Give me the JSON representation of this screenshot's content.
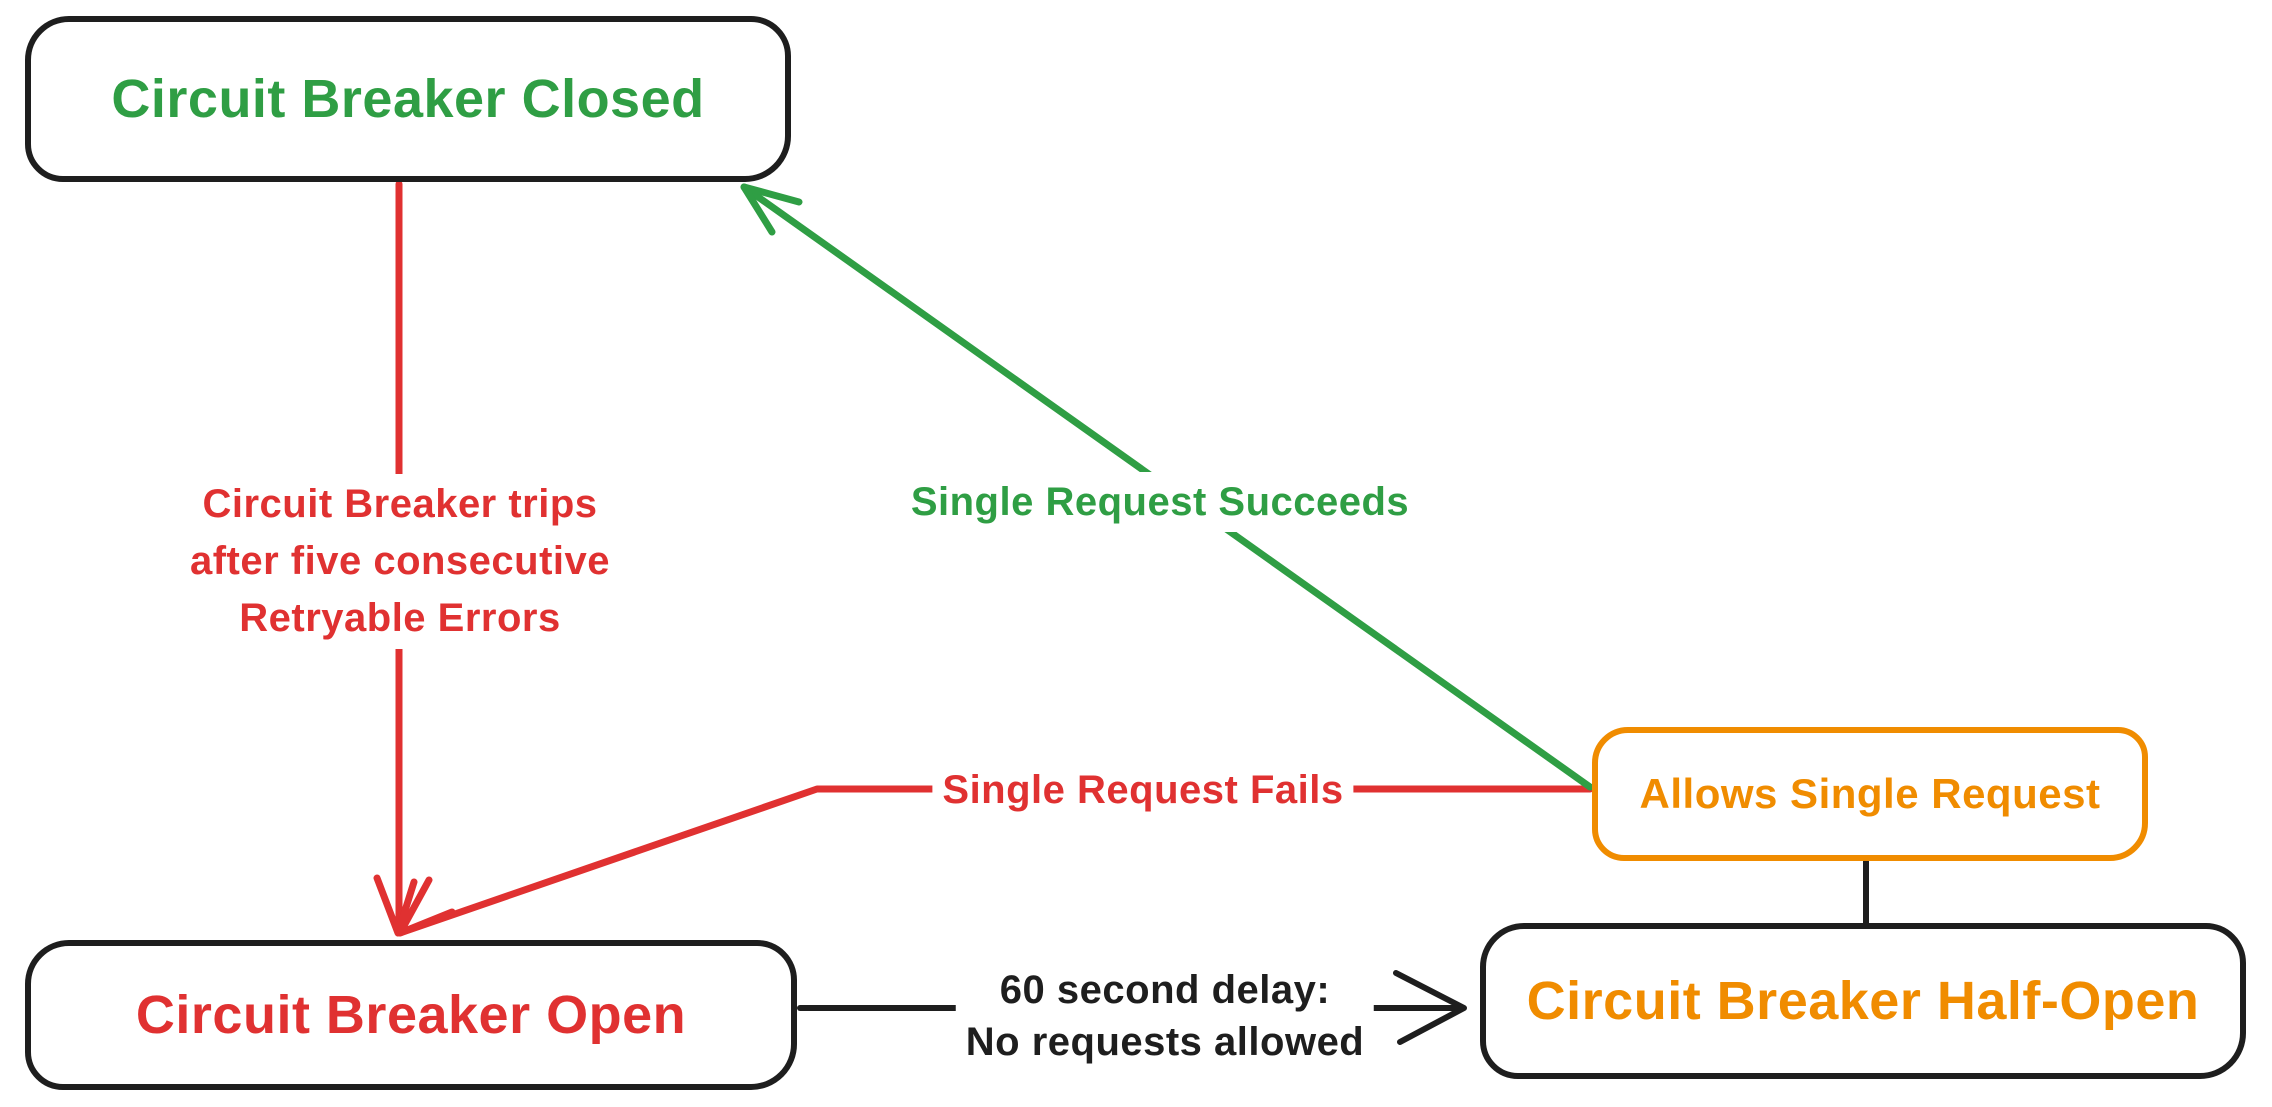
{
  "colors": {
    "green": "#2f9e44",
    "red": "#e03131",
    "orange": "#f08c00",
    "black": "#1e1e1e",
    "background": "#ffffff"
  },
  "nodes": {
    "closed": {
      "label": "Circuit Breaker Closed"
    },
    "open": {
      "label": "Circuit Breaker Open"
    },
    "half_open": {
      "label": "Circuit Breaker Half-Open"
    },
    "allows": {
      "label": "Allows Single Request"
    }
  },
  "edges": {
    "trip": {
      "from": "closed",
      "to": "open",
      "lines": [
        "Circuit Breaker trips",
        "after five consecutive",
        "Retryable Errors"
      ]
    },
    "succeeds": {
      "from": "allows",
      "to": "closed",
      "label": "Single Request Succeeds"
    },
    "fails": {
      "from": "allows",
      "to": "open",
      "label": "Single Request Fails"
    },
    "delay": {
      "from": "open",
      "to": "half_open",
      "lines": [
        "60 second delay:",
        "No requests allowed"
      ]
    },
    "half_open_allows": {
      "from": "half_open",
      "to": "allows",
      "label": ""
    }
  }
}
